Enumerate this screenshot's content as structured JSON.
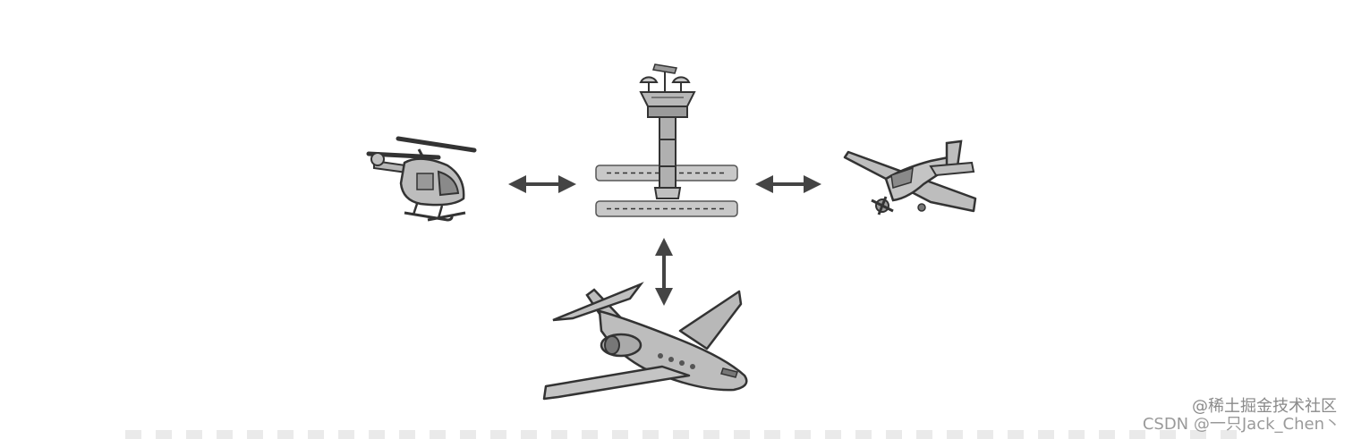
{
  "diagram": {
    "subject": "air traffic control tower mediating between aircraft",
    "nodes": [
      {
        "id": "tower",
        "icon": "control-tower-icon"
      },
      {
        "id": "helicopter",
        "icon": "helicopter-icon"
      },
      {
        "id": "small_plane",
        "icon": "propeller-plane-icon"
      },
      {
        "id": "jet",
        "icon": "jet-plane-icon"
      }
    ],
    "edges": [
      {
        "from": "helicopter",
        "to": "tower",
        "style": "bidirectional"
      },
      {
        "from": "small_plane",
        "to": "tower",
        "style": "bidirectional"
      },
      {
        "from": "jet",
        "to": "tower",
        "style": "bidirectional"
      }
    ],
    "colors": {
      "fill": "#bdbdbd",
      "stroke": "#3a3a3a",
      "runway": "#c8c8c8",
      "arrow": "#444444"
    }
  },
  "watermark": {
    "line1": "@稀土掘金技术社区",
    "line2": "CSDN @一只Jack_Chen丶"
  }
}
